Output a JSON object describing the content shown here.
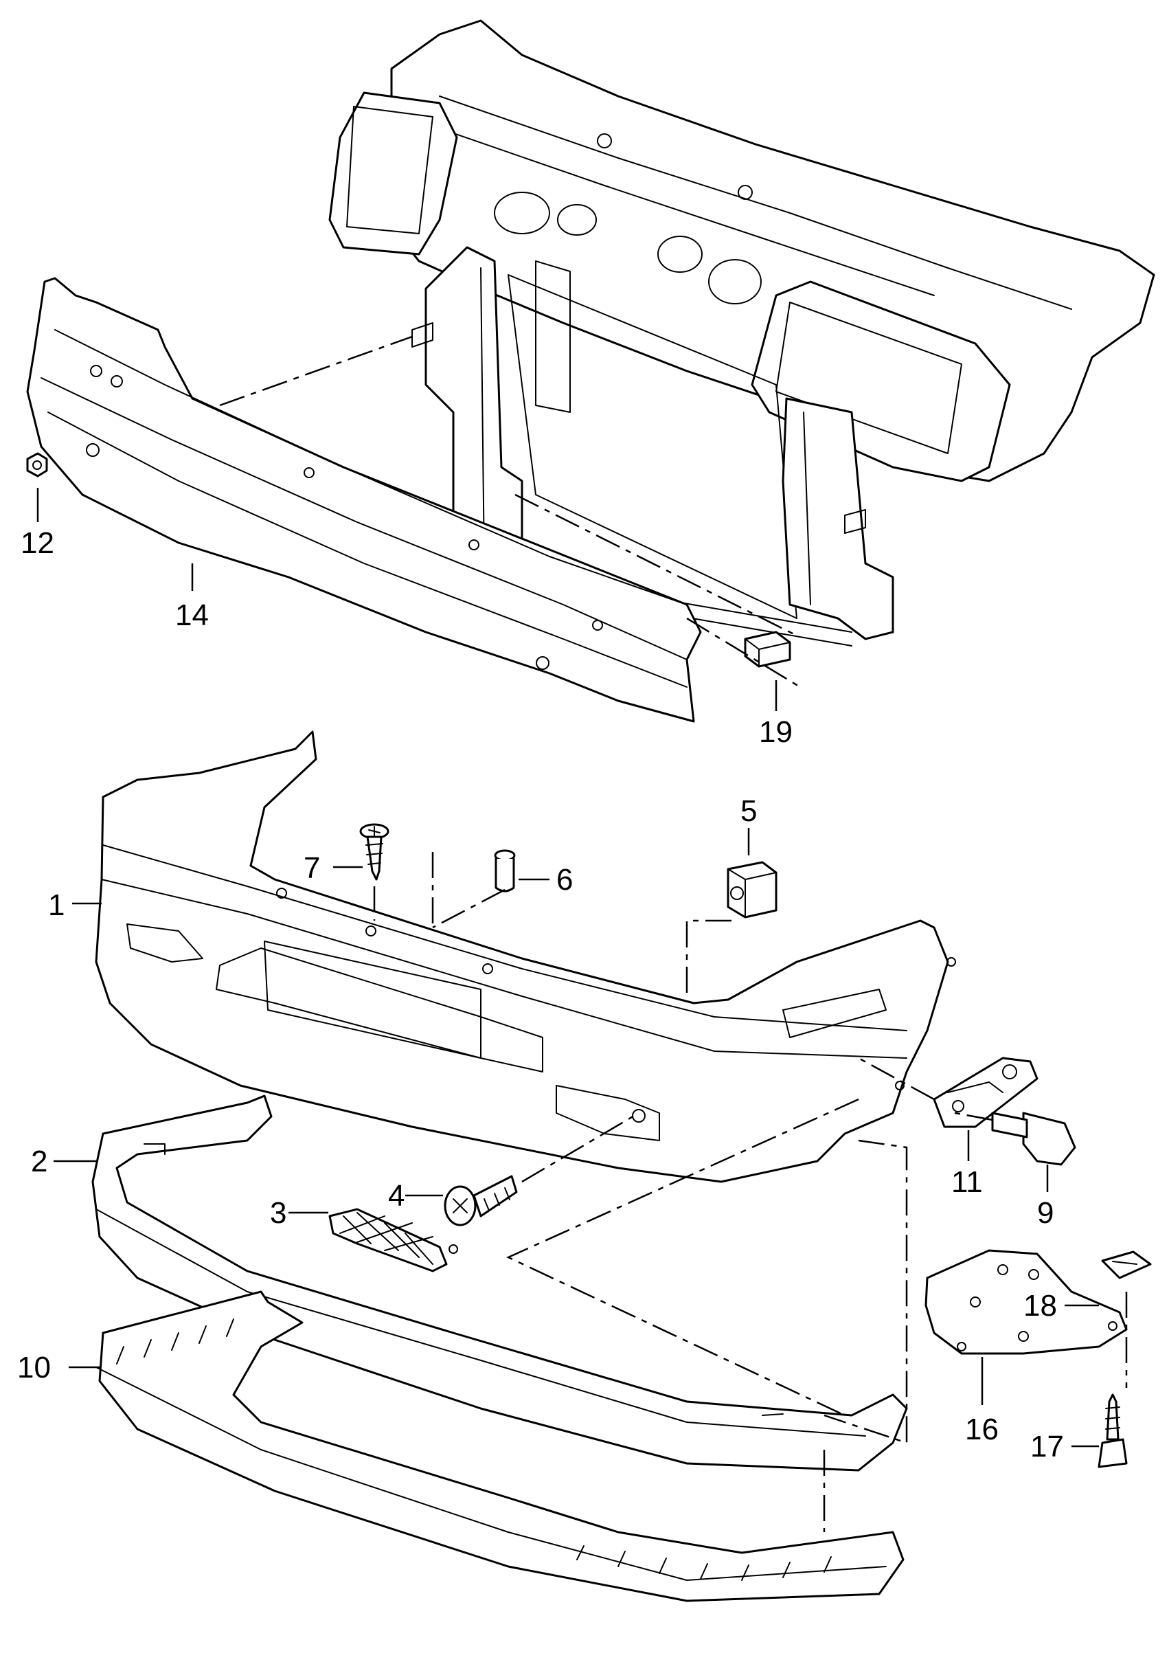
{
  "callouts": {
    "c1": "1",
    "c2": "2",
    "c3": "3",
    "c4": "4",
    "c5": "5",
    "c6": "6",
    "c7": "7",
    "c9": "9",
    "c10": "10",
    "c11": "11",
    "c12": "12",
    "c14": "14",
    "c16": "16",
    "c17": "17",
    "c18": "18",
    "c19": "19"
  }
}
